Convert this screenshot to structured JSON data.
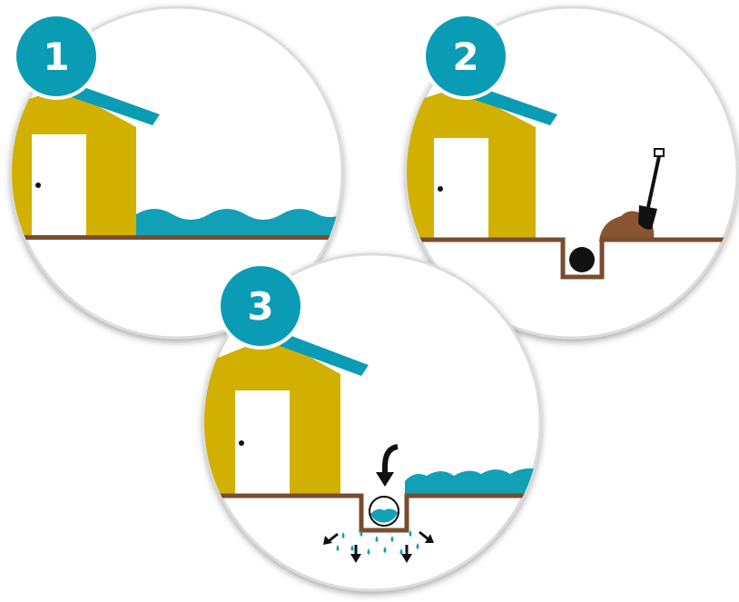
{
  "steps": [
    {
      "number": "1",
      "scene": "flooded-yard"
    },
    {
      "number": "2",
      "scene": "digging-drain"
    },
    {
      "number": "3",
      "scene": "drain-absorbing-water"
    }
  ],
  "colors": {
    "badge": "#0b9cb5",
    "house": "#d2b000",
    "water": "#12a0b6",
    "ground": "#7a4c2e",
    "dirt": "#8a5533",
    "door": "#ffffff",
    "circle_border": "#d9d9d9"
  },
  "icons": {
    "shovel": "shovel-icon",
    "pipe": "pipe-icon",
    "inflow_arrow": "curved-arrow-down-icon",
    "outflow_arrows": "arrow-icon",
    "droplets": "water-drop-icon"
  }
}
